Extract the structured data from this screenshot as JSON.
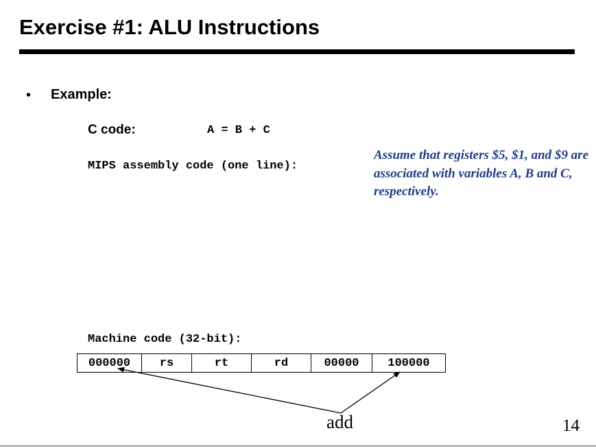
{
  "slide": {
    "title": "Exercise #1: ALU Instructions",
    "bullet_symbol": "•",
    "bullet": "Example:",
    "c_code_label": "C code:",
    "c_code_expr": "A = B + C",
    "mips_label": "MIPS assembly code (one line):",
    "note": "Assume that registers $5, $1, and $9 are associated with variables A, B and C, respectively.",
    "machine_label": "Machine code (32-bit):",
    "fields": [
      "000000",
      "rs",
      "rt",
      "rd",
      "00000",
      "100000"
    ],
    "add_label": "add",
    "page_number": "14"
  }
}
